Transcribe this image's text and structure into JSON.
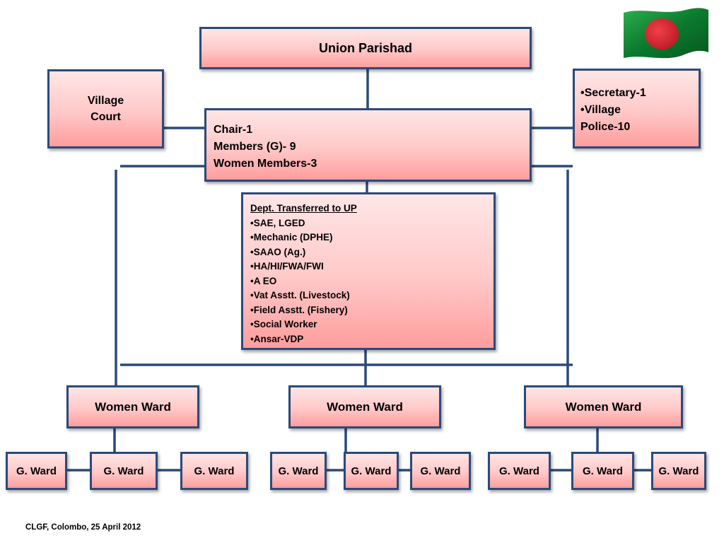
{
  "diagram": {
    "union_parishad": "Union Parishad",
    "village_court": [
      "Village",
      "Court"
    ],
    "chair_box": [
      "Chair-1",
      "Members (G)- 9",
      "Women Members-3"
    ],
    "secretary_box": [
      "•Secretary-1",
      "•Village",
      "Police-10"
    ],
    "dept_box": {
      "heading": "Dept. Transferred to UP",
      "items": [
        "•SAE, LGED",
        "•Mechanic (DPHE)",
        "•SAAO (Ag.)",
        "•HA/HI/FWA/FWI",
        "•A EO",
        "•Vat Asstt. (Livestock)",
        "•Field Asstt. (Fishery)",
        "•Social Worker",
        "•Ansar-VDP"
      ]
    },
    "women_wards": [
      "Women Ward",
      "Women Ward",
      "Women Ward"
    ],
    "g_wards": [
      "G. Ward",
      "G. Ward",
      "G. Ward",
      "G. Ward",
      "G. Ward",
      "G. Ward",
      "G. Ward",
      "G. Ward",
      "G. Ward"
    ]
  },
  "footer": "CLGF, Colombo, 25 April 2012",
  "colors": {
    "box_border": "#2b4a7a",
    "box_fill_top": "#ffe6e6",
    "box_fill_bottom": "#ff9d9d",
    "flag_green": "#0b7a2e",
    "flag_red": "#d8262f"
  },
  "icons": {
    "flag": "bangladesh-flag-icon"
  }
}
